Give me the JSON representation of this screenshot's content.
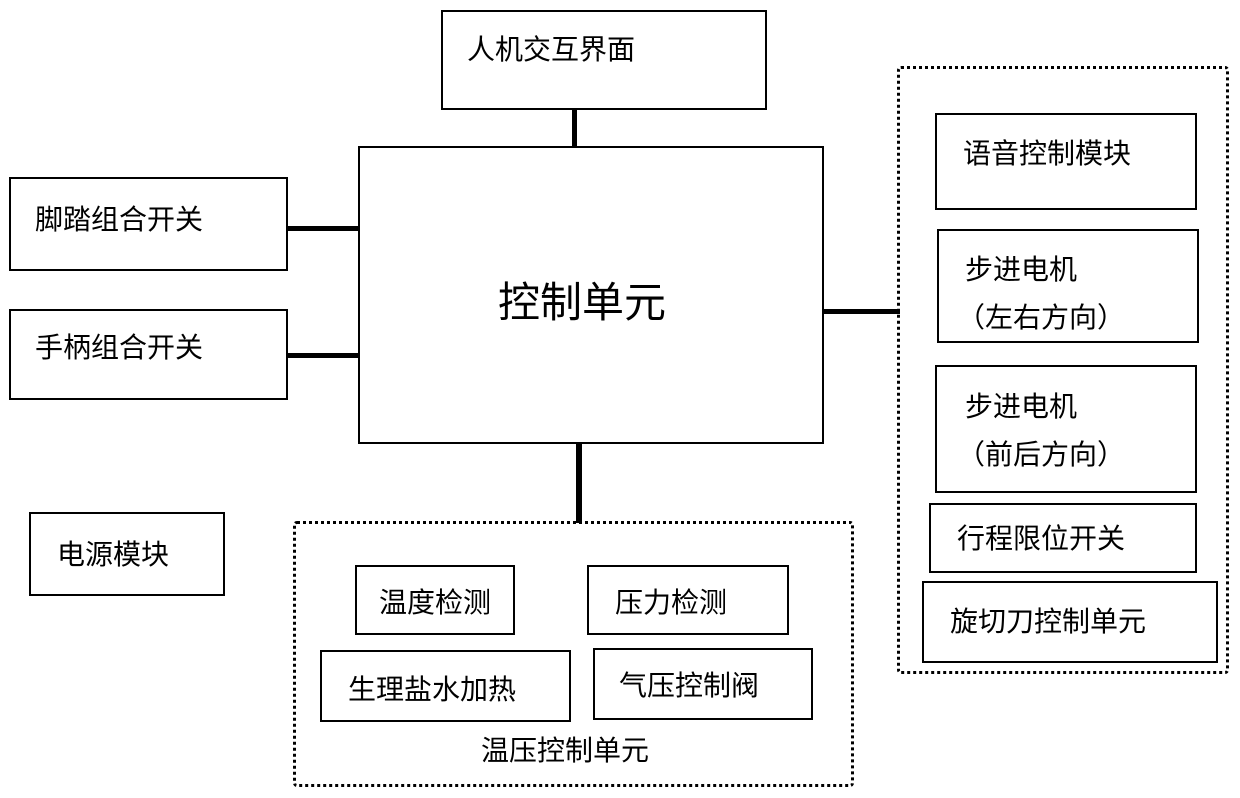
{
  "nodes": {
    "hmi": "人机交互界面",
    "control_unit": "控制单元",
    "foot_switch": "脚踏组合开关",
    "handle_switch": "手柄组合开关",
    "power_module": "电源模块",
    "temp_pressure_group": {
      "title": "温压控制单元",
      "temp_detect": "温度检测",
      "pressure_detect": "压力检测",
      "saline_heating": "生理盐水加热",
      "air_valve": "气压控制阀"
    },
    "right_group": {
      "voice": "语音控制模块",
      "stepper_lr_line1": "步进电机",
      "stepper_lr_line2": "（左右方向）",
      "stepper_fb_line1": "步进电机",
      "stepper_fb_line2": "（前后方向）",
      "limit_switch": "行程限位开关",
      "rotary_cutter": "旋切刀控制单元"
    }
  }
}
